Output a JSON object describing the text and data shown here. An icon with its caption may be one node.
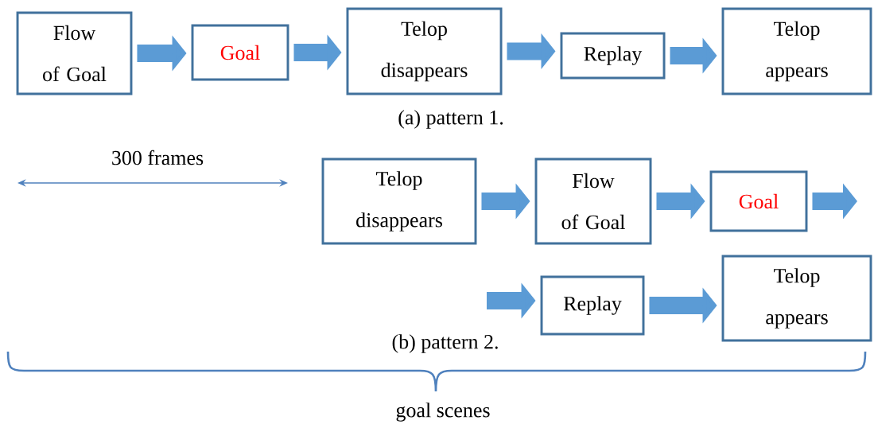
{
  "diagram": {
    "nodes": [
      {
        "text": [
          "Flow of Goal"
        ]
      },
      {
        "text": [
          "Goal"
        ]
      },
      {
        "text": [
          "Telop disappears"
        ]
      },
      {
        "text": [
          "Replay"
        ]
      },
      {
        "text": [
          "Telop appears"
        ]
      },
      {
        "text": [
          "Telop disappears"
        ]
      },
      {
        "text": [
          "Flow of Goal"
        ]
      },
      {
        "text": [
          "Goal"
        ]
      },
      {
        "text": [
          "Replay"
        ]
      },
      {
        "text": [
          "Telop appears"
        ]
      }
    ],
    "edges": [
      {
        "from": 0,
        "to": 1,
        "arrow": "to"
      },
      {
        "from": 1,
        "to": 2,
        "arrow": "to"
      },
      {
        "from": 2,
        "to": 3,
        "arrow": "to"
      },
      {
        "from": 3,
        "to": 4,
        "arrow": "to"
      },
      {
        "from": 5,
        "to": 6,
        "arrow": "to"
      },
      {
        "from": 6,
        "to": 7,
        "arrow": "to"
      },
      {
        "from": 7,
        "to": null,
        "arrow": "to"
      },
      {
        "from": null,
        "to": 8,
        "arrow": "to"
      },
      {
        "from": 8,
        "to": 9,
        "arrow": "to"
      }
    ],
    "labels": [
      "(a) pattern 1.",
      "300 frames",
      "(b) pattern 2.",
      "goal scenes"
    ]
  }
}
